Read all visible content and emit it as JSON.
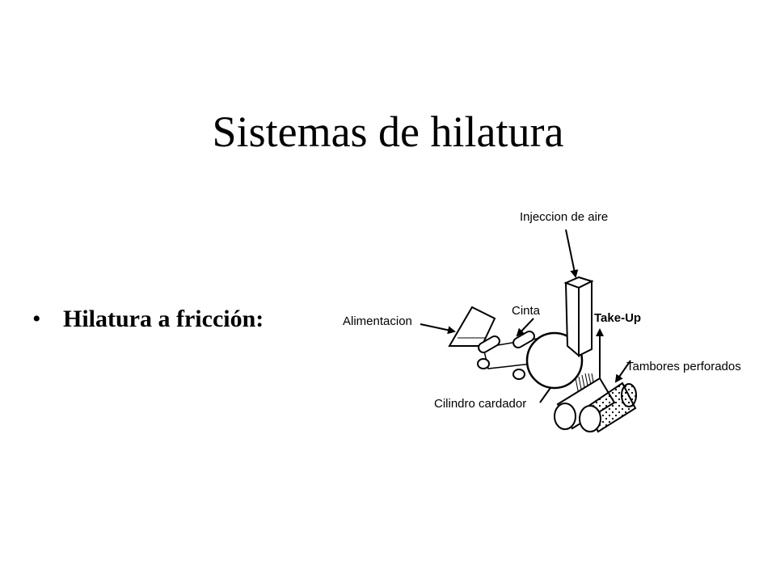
{
  "slide": {
    "title": "Sistemas de hilatura",
    "bullet_symbol": "•",
    "bullet_text": "Hilatura a fricción:"
  },
  "diagram": {
    "labels": {
      "air_injection": "Injeccion de aire",
      "feed": "Alimentacion",
      "sliver": "Cinta",
      "take_up": "Take-Up",
      "perforated_drums": "Tambores perforados",
      "carding_cylinder": "Cilindro cardador"
    }
  }
}
